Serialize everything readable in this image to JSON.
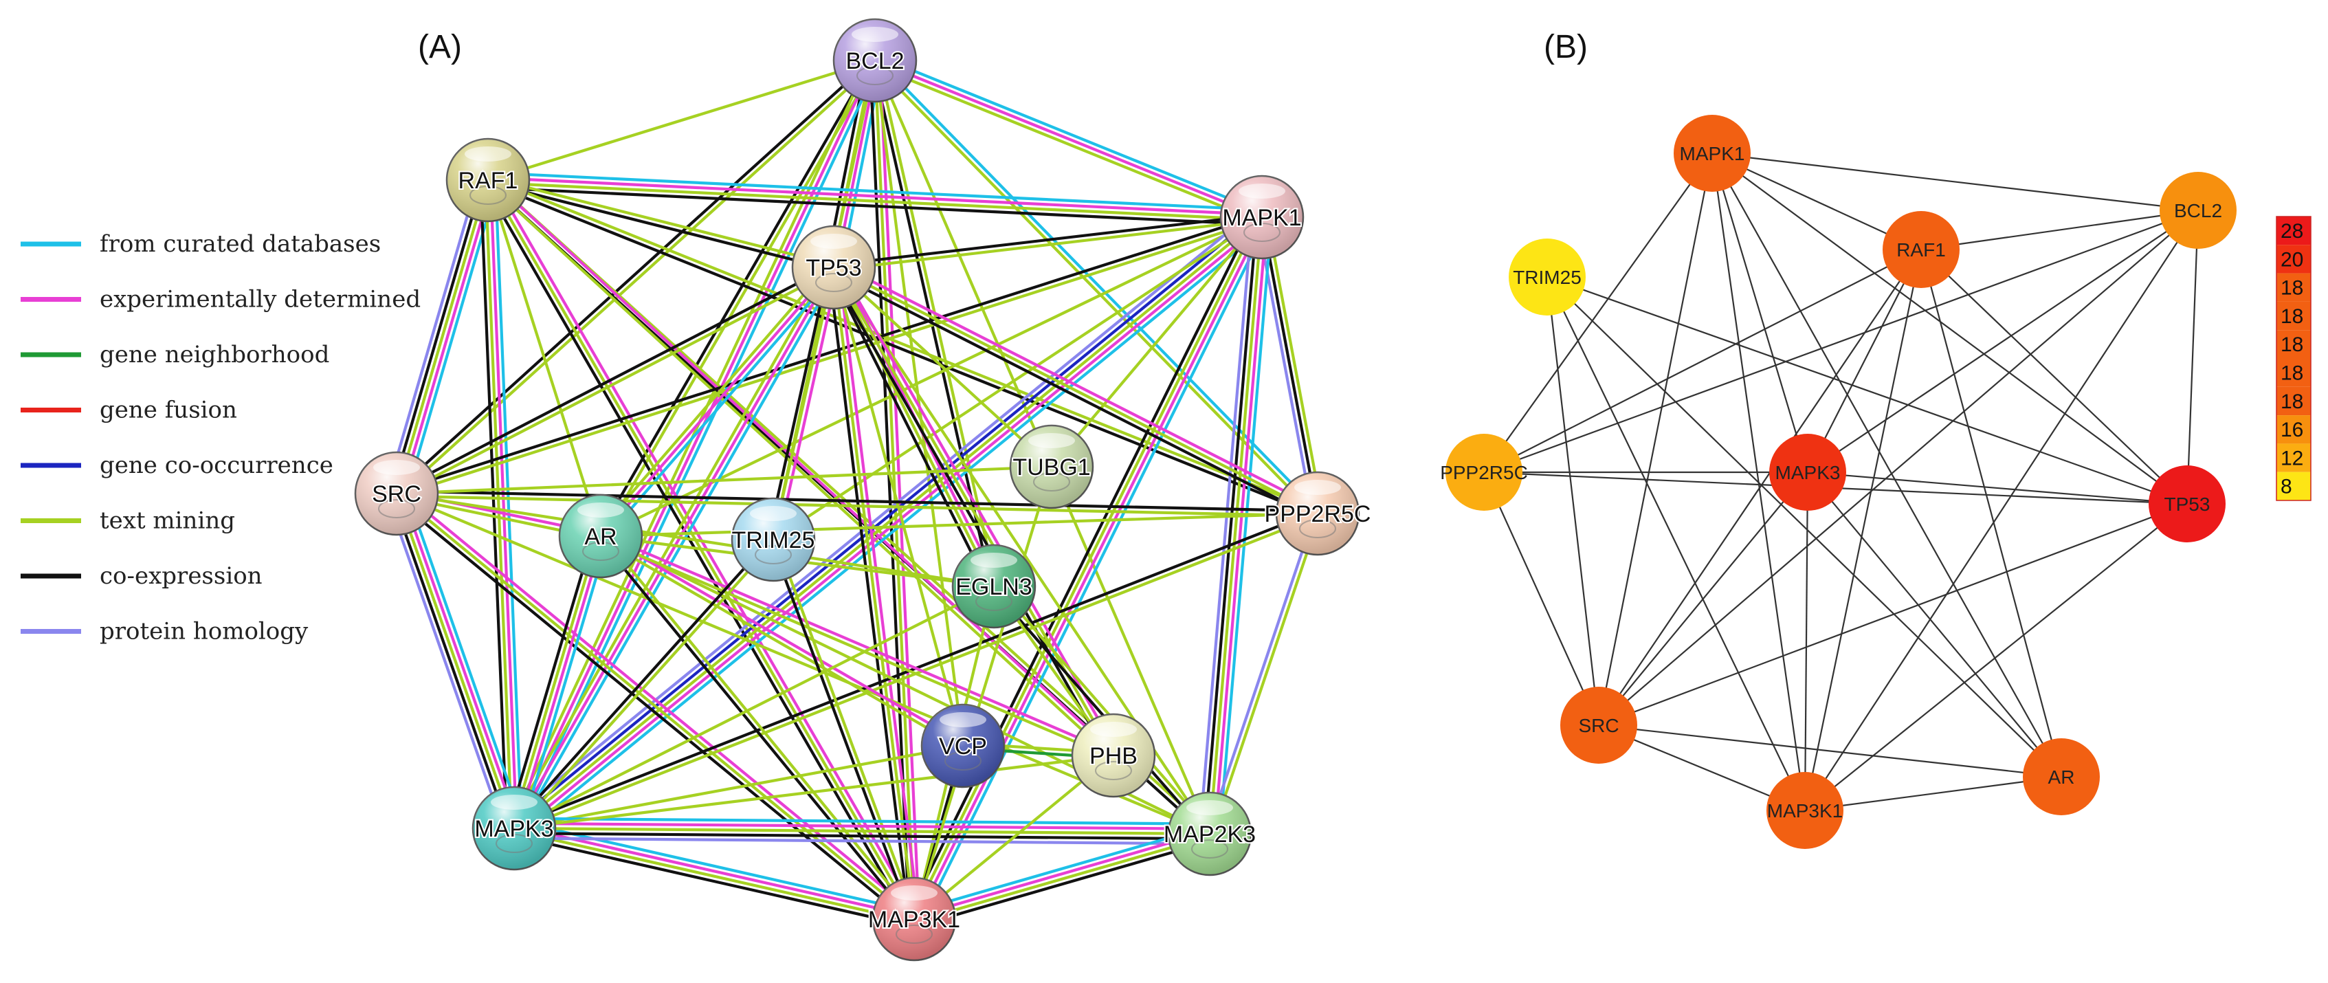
{
  "panel_a": {
    "label": "(A)",
    "legend": [
      {
        "label": "from curated databases",
        "color": "#1ec0e8"
      },
      {
        "label": "experimentally determined",
        "color": "#e83fd4"
      },
      {
        "label": "gene neighborhood",
        "color": "#1f9a34"
      },
      {
        "label": "gene fusion",
        "color": "#e8231c"
      },
      {
        "label": "gene co-occurrence",
        "color": "#1b25c0"
      },
      {
        "label": "text mining",
        "color": "#a6d122"
      },
      {
        "label": "co-expression",
        "color": "#111111"
      },
      {
        "label": "protein homology",
        "color": "#8a86ee"
      }
    ],
    "nodes": [
      {
        "id": "BCL2",
        "label": "BCL2",
        "color": "#b59fe0"
      },
      {
        "id": "RAF1",
        "label": "RAF1",
        "color": "#d8d38a"
      },
      {
        "id": "MAPK1",
        "label": "MAPK1",
        "color": "#eebcc0"
      },
      {
        "id": "TP53",
        "label": "TP53",
        "color": "#f0dcb8"
      },
      {
        "id": "TUBG1",
        "label": "TUBG1",
        "color": "#c8dcaa"
      },
      {
        "id": "SRC",
        "label": "SRC",
        "color": "#f0cdc4"
      },
      {
        "id": "PPP2R5C",
        "label": "PPP2R5C",
        "color": "#f6cbb0"
      },
      {
        "id": "AR",
        "label": "AR",
        "color": "#6ad2b2"
      },
      {
        "id": "TRIM25",
        "label": "TRIM25",
        "color": "#a6daf0"
      },
      {
        "id": "EGLN3",
        "label": "EGLN3",
        "color": "#4eb47c"
      },
      {
        "id": "VCP",
        "label": "VCP",
        "color": "#4758b4"
      },
      {
        "id": "PHB",
        "label": "PHB",
        "color": "#eeeebe"
      },
      {
        "id": "MAPK3",
        "label": "MAPK3",
        "color": "#4ecac4"
      },
      {
        "id": "MAP2K3",
        "label": "MAP2K3",
        "color": "#a2dc92"
      },
      {
        "id": "MAP3K1",
        "label": "MAP3K1",
        "color": "#ee7e82"
      }
    ],
    "edges": [
      {
        "a": "BCL2",
        "b": "RAF1",
        "types": [
          "text mining"
        ]
      },
      {
        "a": "BCL2",
        "b": "MAPK1",
        "types": [
          "from curated databases",
          "experimentally determined",
          "text mining"
        ]
      },
      {
        "a": "BCL2",
        "b": "TP53",
        "types": [
          "from curated databases",
          "experimentally determined",
          "text mining",
          "co-expression"
        ]
      },
      {
        "a": "BCL2",
        "b": "SRC",
        "types": [
          "text mining",
          "co-expression"
        ]
      },
      {
        "a": "BCL2",
        "b": "PPP2R5C",
        "types": [
          "from curated databases",
          "text mining"
        ]
      },
      {
        "a": "BCL2",
        "b": "AR",
        "types": [
          "text mining",
          "co-expression"
        ]
      },
      {
        "a": "BCL2",
        "b": "TRIM25",
        "types": [
          "text mining"
        ]
      },
      {
        "a": "BCL2",
        "b": "EGLN3",
        "types": [
          "text mining",
          "co-expression"
        ]
      },
      {
        "a": "BCL2",
        "b": "MAPK3",
        "types": [
          "from curated databases",
          "experimentally determined",
          "text mining"
        ]
      },
      {
        "a": "BCL2",
        "b": "MAP3K1",
        "types": [
          "experimentally determined",
          "text mining",
          "co-expression"
        ]
      },
      {
        "a": "BCL2",
        "b": "MAP2K3",
        "types": [
          "text mining"
        ]
      },
      {
        "a": "BCL2",
        "b": "VCP",
        "types": [
          "text mining"
        ]
      },
      {
        "a": "RAF1",
        "b": "MAPK1",
        "types": [
          "from curated databases",
          "experimentally determined",
          "text mining",
          "co-expression"
        ]
      },
      {
        "a": "RAF1",
        "b": "TP53",
        "types": [
          "text mining",
          "co-expression"
        ]
      },
      {
        "a": "RAF1",
        "b": "SRC",
        "types": [
          "from curated databases",
          "experimentally determined",
          "text mining",
          "co-expression",
          "protein homology"
        ]
      },
      {
        "a": "RAF1",
        "b": "MAPK3",
        "types": [
          "from curated databases",
          "experimentally determined",
          "text mining",
          "co-expression"
        ]
      },
      {
        "a": "RAF1",
        "b": "MAP3K1",
        "types": [
          "experimentally determined",
          "text mining",
          "co-expression"
        ]
      },
      {
        "a": "RAF1",
        "b": "MAP2K3",
        "types": [
          "text mining",
          "co-expression"
        ]
      },
      {
        "a": "RAF1",
        "b": "PPP2R5C",
        "types": [
          "text mining",
          "co-expression"
        ]
      },
      {
        "a": "RAF1",
        "b": "AR",
        "types": [
          "text mining"
        ]
      },
      {
        "a": "RAF1",
        "b": "PHB",
        "types": [
          "experimentally determined",
          "text mining"
        ]
      },
      {
        "a": "MAPK1",
        "b": "TP53",
        "types": [
          "text mining",
          "co-expression"
        ]
      },
      {
        "a": "MAPK1",
        "b": "SRC",
        "types": [
          "text mining",
          "co-expression"
        ]
      },
      {
        "a": "MAPK1",
        "b": "PPP2R5C",
        "types": [
          "text mining",
          "co-expression",
          "protein homology"
        ]
      },
      {
        "a": "MAPK1",
        "b": "AR",
        "types": [
          "text mining"
        ]
      },
      {
        "a": "MAPK1",
        "b": "MAPK3",
        "types": [
          "from curated databases",
          "experimentally determined",
          "text mining",
          "gene co-occurrence",
          "protein homology"
        ]
      },
      {
        "a": "MAPK1",
        "b": "MAP3K1",
        "types": [
          "from curated databases",
          "experimentally determined",
          "text mining",
          "co-expression"
        ]
      },
      {
        "a": "MAPK1",
        "b": "MAP2K3",
        "types": [
          "from curated databases",
          "experimentally determined",
          "text mining",
          "co-expression",
          "protein homology"
        ]
      },
      {
        "a": "MAPK1",
        "b": "TRIM25",
        "types": [
          "text mining"
        ]
      },
      {
        "a": "MAPK1",
        "b": "TUBG1",
        "types": [
          "text mining"
        ]
      },
      {
        "a": "TP53",
        "b": "SRC",
        "types": [
          "text mining",
          "co-expression"
        ]
      },
      {
        "a": "TP53",
        "b": "PPP2R5C",
        "types": [
          "experimentally determined",
          "text mining",
          "co-expression"
        ]
      },
      {
        "a": "TP53",
        "b": "MAPK3",
        "types": [
          "from curated databases",
          "experimentally determined",
          "text mining"
        ]
      },
      {
        "a": "TP53",
        "b": "MAP3K1",
        "types": [
          "experimentally determined",
          "text mining",
          "co-expression"
        ]
      },
      {
        "a": "TP53",
        "b": "MAP2K3",
        "types": [
          "text mining"
        ]
      },
      {
        "a": "TP53",
        "b": "AR",
        "types": [
          "from curated databases",
          "experimentally determined",
          "text mining"
        ]
      },
      {
        "a": "TP53",
        "b": "TRIM25",
        "types": [
          "experimentally determined",
          "text mining",
          "co-expression"
        ]
      },
      {
        "a": "TP53",
        "b": "EGLN3",
        "types": [
          "experimentally determined",
          "text mining",
          "co-expression"
        ]
      },
      {
        "a": "TP53",
        "b": "VCP",
        "types": [
          "text mining"
        ]
      },
      {
        "a": "TP53",
        "b": "PHB",
        "types": [
          "experimentally determined",
          "text mining",
          "co-expression"
        ]
      },
      {
        "a": "TP53",
        "b": "TUBG1",
        "types": [
          "text mining"
        ]
      },
      {
        "a": "SRC",
        "b": "PPP2R5C",
        "types": [
          "co-expression",
          "text mining"
        ]
      },
      {
        "a": "SRC",
        "b": "AR",
        "types": [
          "experimentally determined",
          "text mining"
        ]
      },
      {
        "a": "SRC",
        "b": "MAPK3",
        "types": [
          "from curated databases",
          "experimentally determined",
          "text mining",
          "co-expression",
          "protein homology"
        ]
      },
      {
        "a": "SRC",
        "b": "MAP3K1",
        "types": [
          "experimentally determined",
          "text mining",
          "co-expression"
        ]
      },
      {
        "a": "SRC",
        "b": "MAP2K3",
        "types": [
          "text mining"
        ]
      },
      {
        "a": "SRC",
        "b": "EGLN3",
        "types": [
          "text mining"
        ]
      },
      {
        "a": "SRC",
        "b": "TUBG1",
        "types": [
          "text mining"
        ]
      },
      {
        "a": "PPP2R5C",
        "b": "MAPK3",
        "types": [
          "text mining",
          "co-expression"
        ]
      },
      {
        "a": "PPP2R5C",
        "b": "MAP2K3",
        "types": [
          "text mining",
          "protein homology"
        ]
      },
      {
        "a": "PPP2R5C",
        "b": "AR",
        "types": [
          "text mining"
        ]
      },
      {
        "a": "AR",
        "b": "MAPK3",
        "types": [
          "from curated databases",
          "experimentally determined",
          "text mining",
          "co-expression"
        ]
      },
      {
        "a": "AR",
        "b": "MAP3K1",
        "types": [
          "text mining",
          "co-expression"
        ]
      },
      {
        "a": "AR",
        "b": "MAP2K3",
        "types": [
          "text mining"
        ]
      },
      {
        "a": "AR",
        "b": "EGLN3",
        "types": [
          "text mining"
        ]
      },
      {
        "a": "AR",
        "b": "VCP",
        "types": [
          "experimentally determined",
          "text mining"
        ]
      },
      {
        "a": "AR",
        "b": "PHB",
        "types": [
          "experimentally determined",
          "text mining"
        ]
      },
      {
        "a": "TRIM25",
        "b": "MAPK3",
        "types": [
          "text mining",
          "co-expression"
        ]
      },
      {
        "a": "TRIM25",
        "b": "MAP3K1",
        "types": [
          "text mining",
          "co-expression"
        ]
      },
      {
        "a": "EGLN3",
        "b": "MAPK3",
        "types": [
          "text mining"
        ]
      },
      {
        "a": "EGLN3",
        "b": "MAP3K1",
        "types": [
          "text mining"
        ]
      },
      {
        "a": "EGLN3",
        "b": "MAP2K3",
        "types": [
          "text mining",
          "co-expression"
        ]
      },
      {
        "a": "EGLN3",
        "b": "PHB",
        "types": [
          "text mining"
        ]
      },
      {
        "a": "VCP",
        "b": "PHB",
        "types": [
          "text mining",
          "gene neighborhood"
        ]
      },
      {
        "a": "VCP",
        "b": "MAP3K1",
        "types": [
          "co-expression"
        ]
      },
      {
        "a": "VCP",
        "b": "MAPK3",
        "types": [
          "text mining"
        ]
      },
      {
        "a": "MAPK3",
        "b": "MAP3K1",
        "types": [
          "from curated databases",
          "experimentally determined",
          "text mining",
          "co-expression"
        ]
      },
      {
        "a": "MAPK3",
        "b": "MAP2K3",
        "types": [
          "from curated databases",
          "experimentally determined",
          "text mining",
          "co-expression",
          "protein homology"
        ]
      },
      {
        "a": "MAP3K1",
        "b": "MAP2K3",
        "types": [
          "from curated databases",
          "experimentally determined",
          "text mining",
          "co-expression"
        ]
      },
      {
        "a": "TUBG1",
        "b": "MAP3K1",
        "types": [
          "text mining"
        ]
      },
      {
        "a": "PHB",
        "b": "MAP3K1",
        "types": [
          "text mining"
        ]
      },
      {
        "a": "PHB",
        "b": "MAPK3",
        "types": [
          "text mining"
        ]
      }
    ]
  },
  "panel_b": {
    "label": "(B)",
    "nodes": [
      {
        "id": "MAPK1",
        "label": "MAPK1",
        "degree": 18,
        "color": "#f26012"
      },
      {
        "id": "RAF1",
        "label": "RAF1",
        "degree": 18,
        "color": "#f26012"
      },
      {
        "id": "BCL2",
        "label": "BCL2",
        "degree": 16,
        "color": "#f7900e"
      },
      {
        "id": "TRIM25",
        "label": "TRIM25",
        "degree": 8,
        "color": "#fde515"
      },
      {
        "id": "PPP2R5C",
        "label": "PPP2R5C",
        "degree": 12,
        "color": "#fbad11"
      },
      {
        "id": "MAPK3",
        "label": "MAPK3",
        "degree": 20,
        "color": "#ef3212"
      },
      {
        "id": "TP53",
        "label": "TP53",
        "degree": 28,
        "color": "#ec1a1a"
      },
      {
        "id": "SRC",
        "label": "SRC",
        "degree": 18,
        "color": "#f26012"
      },
      {
        "id": "AR",
        "label": "AR",
        "degree": 18,
        "color": "#f26012"
      },
      {
        "id": "MAP3K1",
        "label": "MAP3K1",
        "degree": 18,
        "color": "#f26012"
      }
    ],
    "edges": [
      [
        "MAPK1",
        "BCL2"
      ],
      [
        "MAPK1",
        "RAF1"
      ],
      [
        "MAPK1",
        "MAPK3"
      ],
      [
        "MAPK1",
        "TP53"
      ],
      [
        "MAPK1",
        "SRC"
      ],
      [
        "MAPK1",
        "AR"
      ],
      [
        "MAPK1",
        "MAP3K1"
      ],
      [
        "MAPK1",
        "PPP2R5C"
      ],
      [
        "RAF1",
        "BCL2"
      ],
      [
        "RAF1",
        "TP53"
      ],
      [
        "RAF1",
        "SRC"
      ],
      [
        "RAF1",
        "MAP3K1"
      ],
      [
        "RAF1",
        "AR"
      ],
      [
        "RAF1",
        "PPP2R5C"
      ],
      [
        "RAF1",
        "MAPK3"
      ],
      [
        "BCL2",
        "MAPK3"
      ],
      [
        "BCL2",
        "TP53"
      ],
      [
        "BCL2",
        "SRC"
      ],
      [
        "BCL2",
        "MAP3K1"
      ],
      [
        "BCL2",
        "PPP2R5C"
      ],
      [
        "TRIM25",
        "TP53"
      ],
      [
        "TRIM25",
        "MAP3K1"
      ],
      [
        "TRIM25",
        "SRC"
      ],
      [
        "TRIM25",
        "AR"
      ],
      [
        "PPP2R5C",
        "MAPK3"
      ],
      [
        "PPP2R5C",
        "TP53"
      ],
      [
        "PPP2R5C",
        "SRC"
      ],
      [
        "MAPK3",
        "TP53"
      ],
      [
        "MAPK3",
        "SRC"
      ],
      [
        "MAPK3",
        "MAP3K1"
      ],
      [
        "MAPK3",
        "AR"
      ],
      [
        "TP53",
        "SRC"
      ],
      [
        "TP53",
        "MAP3K1"
      ],
      [
        "SRC",
        "MAP3K1"
      ],
      [
        "SRC",
        "AR"
      ],
      [
        "MAP3K1",
        "AR"
      ]
    ],
    "scale": {
      "values": [
        "28",
        "20",
        "18",
        "18",
        "18",
        "18",
        "18",
        "16",
        "12",
        "8"
      ],
      "colors": [
        "#ec1a1a",
        "#ef3212",
        "#f26012",
        "#f26012",
        "#f26012",
        "#f26012",
        "#f26012",
        "#f7900e",
        "#fbad11",
        "#fde515"
      ]
    }
  }
}
